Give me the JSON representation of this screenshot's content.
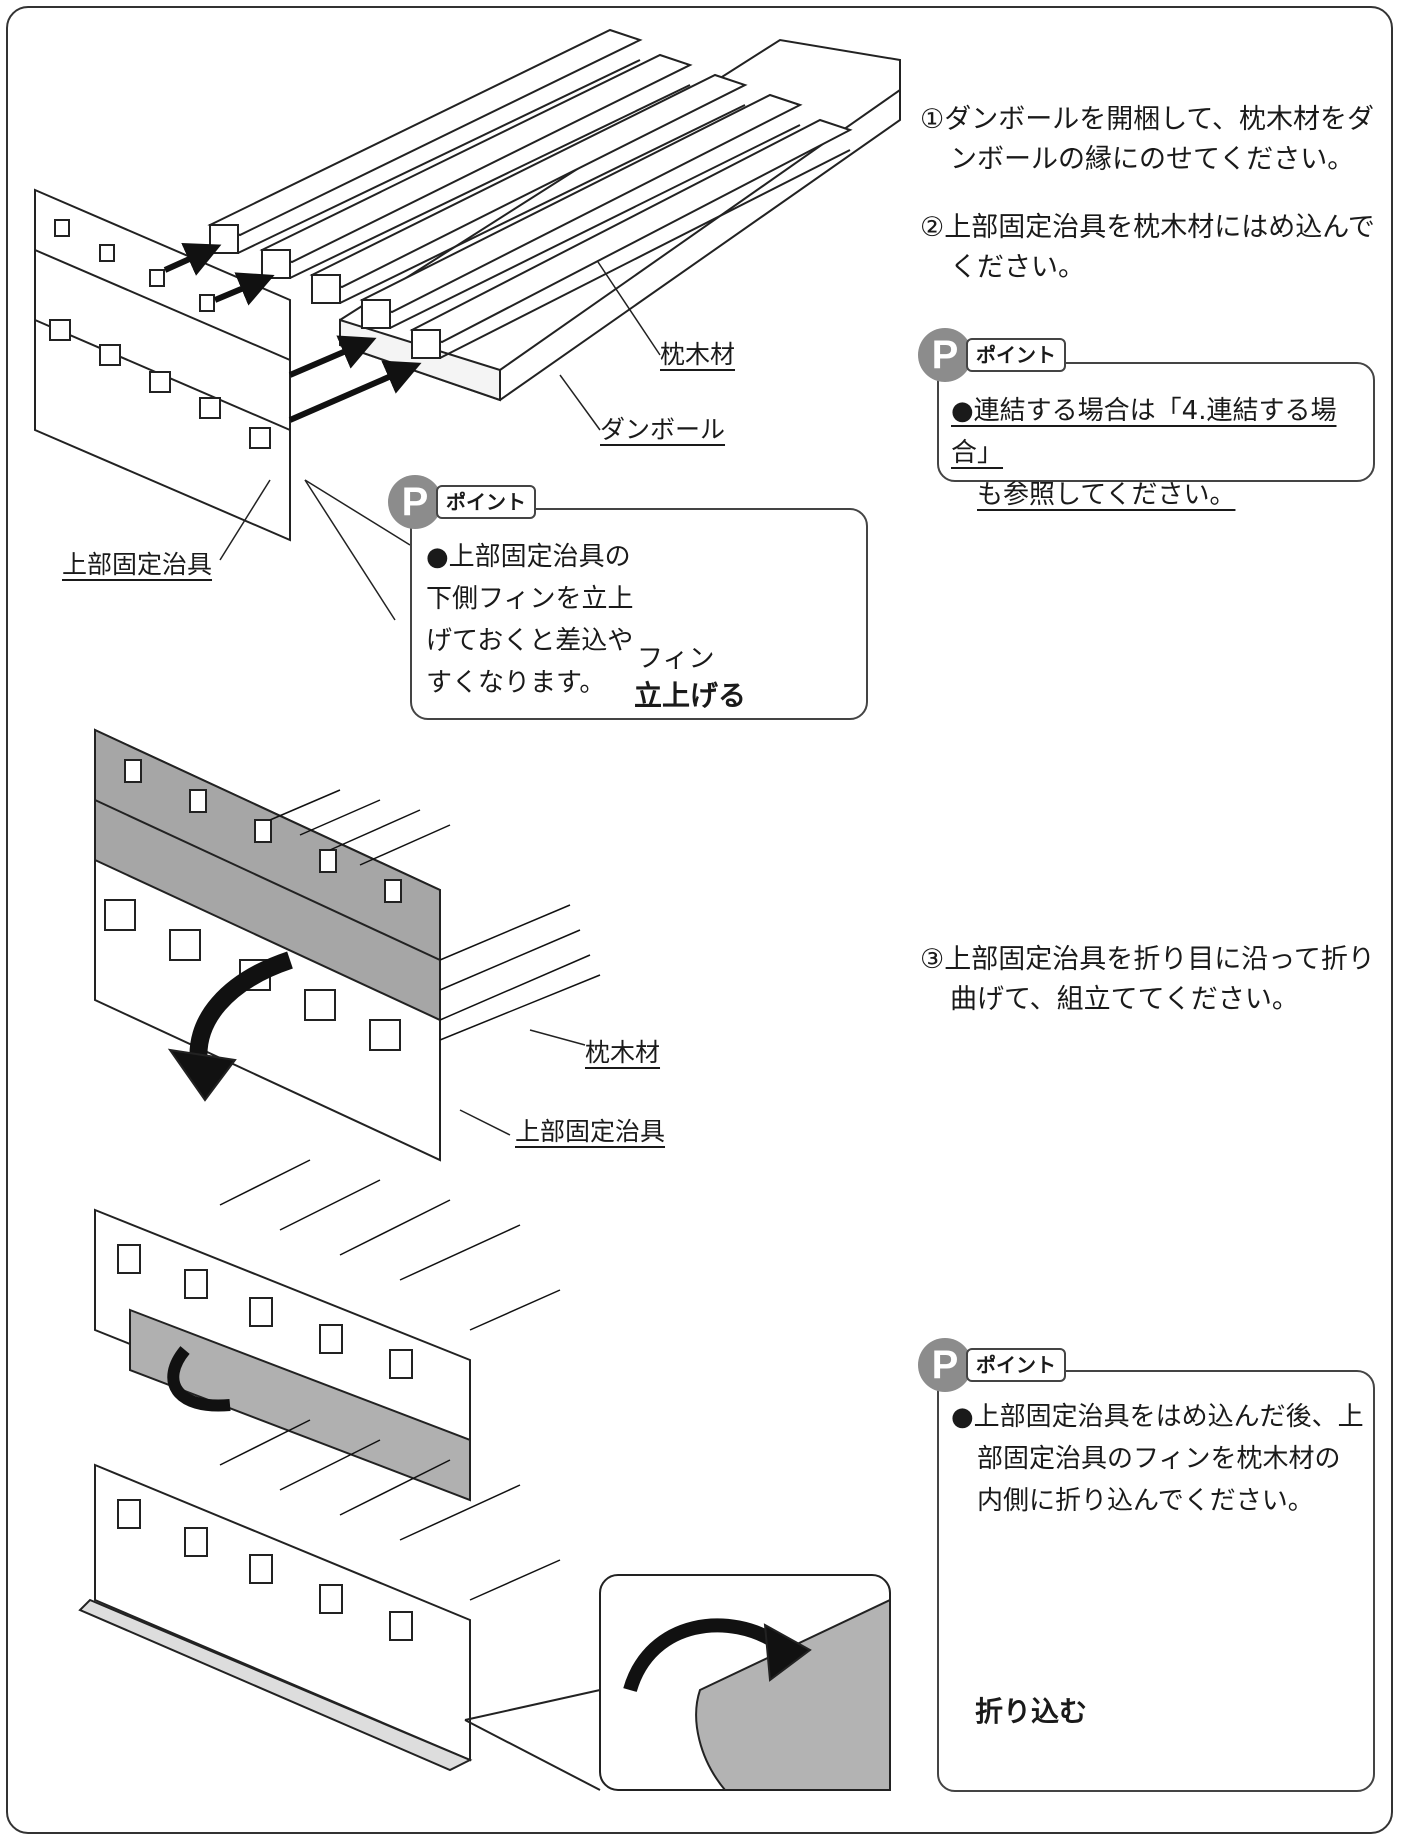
{
  "steps": {
    "s1": "①ダンボールを開梱して、枕木材をダンボールの縁にのせてください。",
    "s2": "②上部固定治具を枕木材にはめ込んでください。",
    "s3": "③上部固定治具を折り目に沿って折り曲げて、組立ててください。"
  },
  "point_badge": {
    "letter": "P",
    "tag": "ポイント"
  },
  "point1": {
    "line1": "●連結する場合は「4.連結する場合」",
    "line2": "も参照してください。"
  },
  "point2": {
    "text": "●上部固定治具の下側フィンを立上げておくと差込やすくなります。",
    "fin": "フィン",
    "raise": "立上げる"
  },
  "point3": {
    "text": "●上部固定治具をはめ込んだ後、上部固定治具のフィンを枕木材の内側に折り込んでください。",
    "fold": "折り込む"
  },
  "labels": {
    "sleeper1": "枕木材",
    "cardboard": "ダンボール",
    "jig1": "上部固定治具",
    "sleeper2": "枕木材",
    "jig2": "上部固定治具"
  }
}
